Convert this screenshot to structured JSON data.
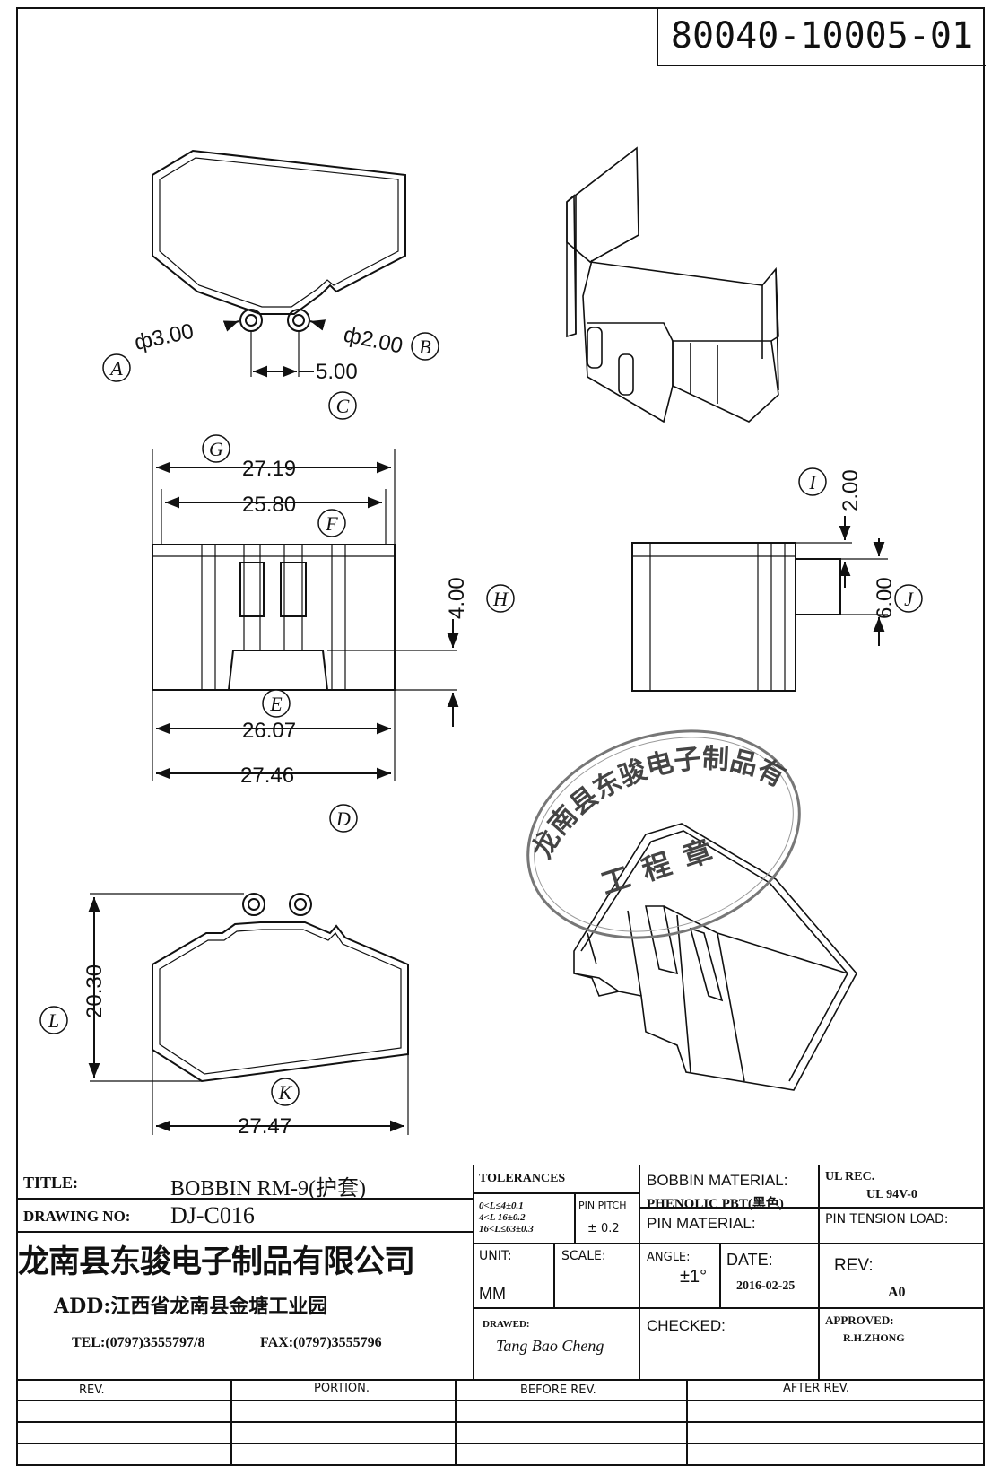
{
  "document_number": "80040-10005-01",
  "dimensions": {
    "a_label": "ф3.00",
    "b_label": "ф2.00",
    "c_label": "5.00",
    "g_label": "27.19",
    "f_label": "25.80",
    "h_label": "4.00",
    "e_label": "26.07",
    "d_label": "27.46",
    "i_label": "2.00",
    "j_label": "6.00",
    "l_label": "20.30",
    "k_label": "27.47"
  },
  "callouts": [
    "A",
    "B",
    "C",
    "D",
    "E",
    "F",
    "G",
    "H",
    "I",
    "J",
    "K",
    "L"
  ],
  "stamp": {
    "company": "龙南县东骏电子制品有限公司",
    "type": "工程章"
  },
  "title_block": {
    "title_label": "TITLE:",
    "title_value": "BOBBIN RM-9(护套)",
    "drawing_no_label": "DRAWING NO:",
    "drawing_no_value": "DJ-C016",
    "company_name": "龙南县东骏电子制品有限公司",
    "address": "ADD:江西省龙南县金塘工业园",
    "tel": "TEL:(0797)3555797/8",
    "fax": "FAX:(0797)3555796",
    "tolerances_label": "TOLERANCES",
    "tol_line1": "0<L≤4±0.1",
    "tol_line2": "4<L 16±0.2",
    "tol_line3": "16<L≤63±0.3",
    "pin_pitch_label": "PIN PITCH",
    "pin_pitch_value": "± 0.2",
    "unit_label": "UNIT:",
    "unit_value": "MM",
    "scale_label": "SCALE:",
    "drawed_label": "DRAWED:",
    "drawed_value": "Tang Bao Cheng",
    "bobbin_material_label": "BOBBIN MATERIAL:",
    "bobbin_material_value": "PHENOLIC  PBT(黑色)",
    "pin_material_label": "PIN MATERIAL:",
    "angle_label": "ANGLE:",
    "angle_value": "±1°",
    "date_label": "DATE:",
    "date_value": "2016-02-25",
    "checked_label": "CHECKED:",
    "ul_rec_label": "UL REC.",
    "ul_rec_value": "UL  94V-0",
    "pin_tension_label": "PIN TENSION LOAD:",
    "rev_label": "REV:",
    "rev_value": "A0",
    "approved_label": "APPROVED:",
    "approved_value": "R.H.ZHONG"
  },
  "revision_table": {
    "headers": [
      "REV.",
      "PORTION.",
      "BEFORE REV.",
      "AFTER REV."
    ]
  }
}
